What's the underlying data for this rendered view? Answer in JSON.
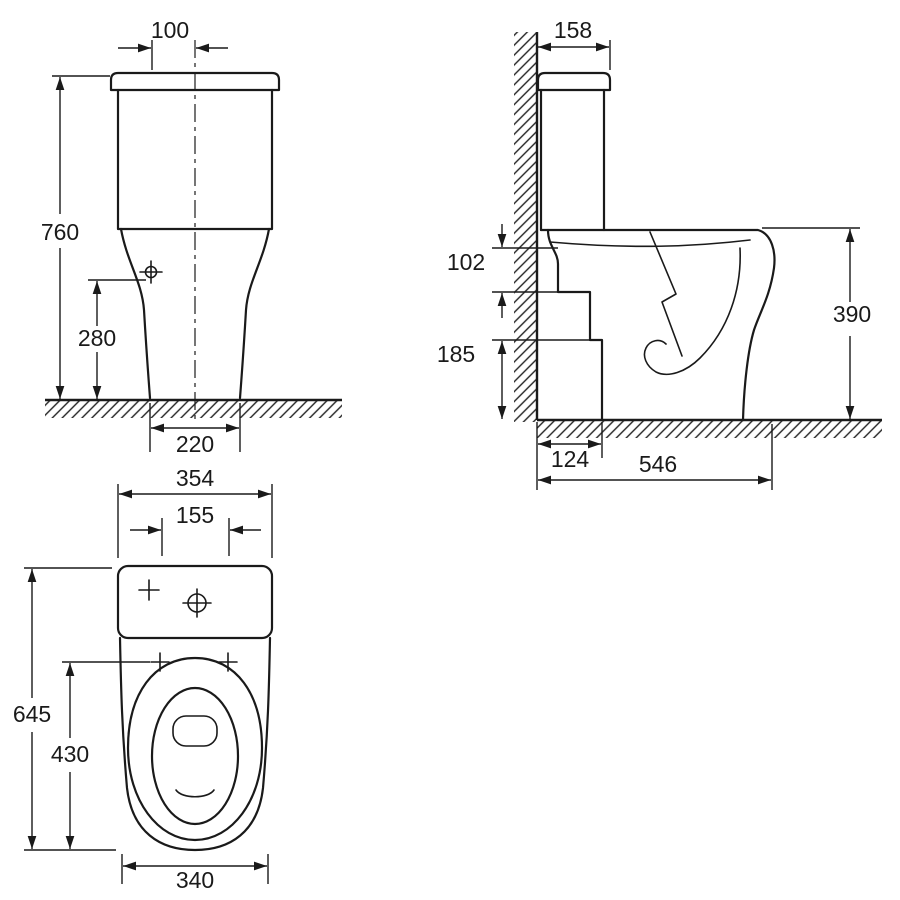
{
  "drawing": {
    "colors": {
      "line": "#1a1a1a",
      "background": "#ffffff"
    },
    "views": {
      "front": {
        "dims": {
          "top_width": "100",
          "overall_height": "760",
          "inlet_height": "280",
          "base_width": "220"
        }
      },
      "side": {
        "dims": {
          "cistern_depth": "158",
          "outlet_upper": "102",
          "outlet_height": "185",
          "bowl_height": "390",
          "outlet_setback": "124",
          "overall_depth": "546"
        }
      },
      "plan": {
        "dims": {
          "overall_width": "354",
          "fixing_centres": "155",
          "overall_depth": "645",
          "bowl_length": "430",
          "base_width": "340"
        }
      }
    }
  }
}
